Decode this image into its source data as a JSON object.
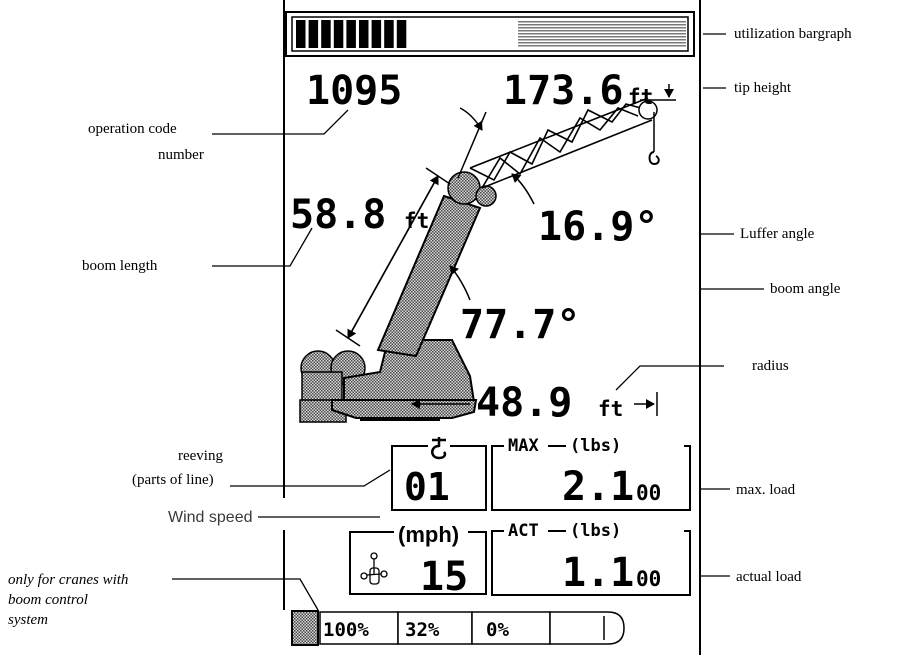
{
  "display": {
    "operation_code": "1095",
    "tip_height": {
      "value": "173.6",
      "unit": "ft"
    },
    "boom_length": {
      "value": "58.8",
      "unit": "ft"
    },
    "luffer_angle": "16.9°",
    "boom_angle": "77.7°",
    "radius": {
      "value": "48.9",
      "unit": "ft"
    },
    "reeving": "01",
    "max_load": {
      "header": "MAX",
      "unit": "(lbs)",
      "value": "2.1",
      "small": "00"
    },
    "wind": {
      "unit": "(mph)",
      "value": "15"
    },
    "actual_load": {
      "header": "ACT",
      "unit": "(lbs)",
      "value": "1.1",
      "small": "00"
    },
    "utilization": {
      "filled_segments": 9,
      "total_segments": 18
    },
    "boom_control": [
      "100%",
      "32%",
      "0%"
    ]
  },
  "annotations": {
    "utilization": "utilization bargraph",
    "tip_height": "tip height",
    "operation_code_1": "operation code",
    "operation_code_2": "number",
    "luffer_angle": "Luffer angle",
    "boom_length": "boom length",
    "boom_angle": "boom angle",
    "radius": "radius",
    "reeving_1": "reeving",
    "reeving_2": "(parts of line)",
    "max_load": "max. load",
    "wind": "Wind speed",
    "boom_ctrl_1": "only for cranes with",
    "boom_ctrl_2": "boom control",
    "boom_ctrl_3": "system",
    "actual_load": "actual load"
  },
  "colors": {
    "ink": "#000000",
    "stipple": "#9a9a9a",
    "wind_label": "#3a3a3a"
  }
}
